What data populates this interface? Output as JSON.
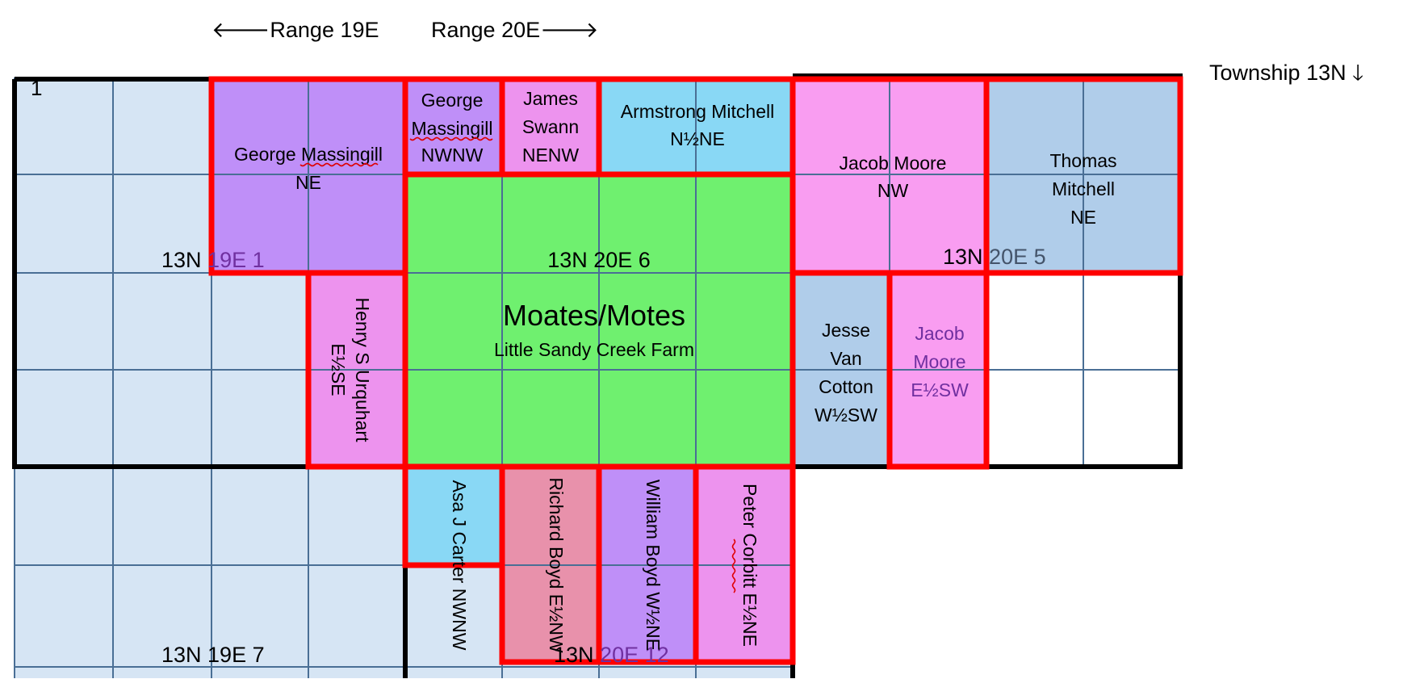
{
  "headers": {
    "range_19e": "Range 19E",
    "range_20e": "Range 20E",
    "township": "Township 13N",
    "left_arrow": "🡐",
    "right_arrow": "🡒",
    "down_arrow": "🡓"
  },
  "corner_mark": "1",
  "sections": [
    {
      "id": "s-13n-19e-1",
      "label_a": "13N ",
      "label_b": "19E 1",
      "color_b": "#7030a0"
    },
    {
      "id": "s-13n-20e-6",
      "label_a": "13N 20E 6",
      "label_b": "",
      "color_b": "#000000"
    },
    {
      "id": "s-13n-20e-5",
      "label_a": "13N ",
      "label_b": "20E 5",
      "color_b": "#44546a"
    },
    {
      "id": "s-13n-19e-7",
      "label_a": "13N 19E 7",
      "label_b": "",
      "color_b": "#000000"
    },
    {
      "id": "s-13n-20e-12",
      "label_a": "13N ",
      "label_b": "20E 12",
      "color_b": "#7030a0"
    }
  ],
  "parcels": [
    {
      "id": "george-massingill-ne",
      "owner": "George Massingill",
      "desc": "NE",
      "fill": "#bf8ff8",
      "orient": "horizontal"
    },
    {
      "id": "george-massingill-nwnw",
      "owner": "George Massingill",
      "desc": "NWNW",
      "fill": "#bf8ff8",
      "orient": "horizontal"
    },
    {
      "id": "james-swann-nenw",
      "owner": "James Swann",
      "desc": "NENW",
      "fill": "#ed93ee",
      "orient": "horizontal"
    },
    {
      "id": "armstrong-mitchell-n-half-ne",
      "owner": "Armstrong Mitchell",
      "desc": "N½NE",
      "fill": "#89d8f5",
      "orient": "horizontal"
    },
    {
      "id": "jacob-moore-nw",
      "owner": "Jacob Moore",
      "desc": "NW",
      "fill": "#f99df1",
      "orient": "horizontal"
    },
    {
      "id": "thomas-mitchell-ne",
      "owner": "Thomas Mitchell",
      "desc": "NE",
      "fill": "#b0cdea",
      "orient": "horizontal"
    },
    {
      "id": "henry-s-urquhart-e-half-se",
      "owner": "Henry S Urquhart",
      "desc": "E½SE",
      "fill": "#ed93ee",
      "orient": "vertical"
    },
    {
      "id": "jesse-van-cotton-w-half-sw",
      "owner": "Jesse Van Cotton",
      "desc": "W½SW",
      "fill": "#b0cdea",
      "orient": "horizontal"
    },
    {
      "id": "jacob-moore-e-half-sw",
      "owner": "Jacob Moore",
      "desc": "E½SW",
      "fill": "#f99df1",
      "orient": "horizontal"
    },
    {
      "id": "asa-j-carter-nwnw",
      "owner": "Asa J Carter",
      "desc": "NWNW",
      "fill": "#89d8f5",
      "orient": "vertical"
    },
    {
      "id": "richard-boyd-e-half-nw",
      "owner": "Richard Boyd",
      "desc": "E½NW",
      "fill": "#e891ab",
      "orient": "vertical"
    },
    {
      "id": "william-boyd-w-half-ne",
      "owner": "William Boyd",
      "desc": "W½NE",
      "fill": "#bf8ff8",
      "orient": "vertical"
    },
    {
      "id": "peter-corbitt-e-half-ne",
      "owner": "Peter Corbitt",
      "desc": "E½NE",
      "fill": "#ed93ee",
      "orient": "vertical"
    }
  ],
  "farm": {
    "title": "Moates/Motes",
    "subtitle": "Little Sandy Creek Farm",
    "fill": "#6ff06f"
  },
  "colors": {
    "township_fill": "#d6e5f4",
    "grid_line": "#4a6f95",
    "parcel_border": "#ff0000",
    "section_border": "#000000",
    "spell_underline": "#e00000"
  }
}
